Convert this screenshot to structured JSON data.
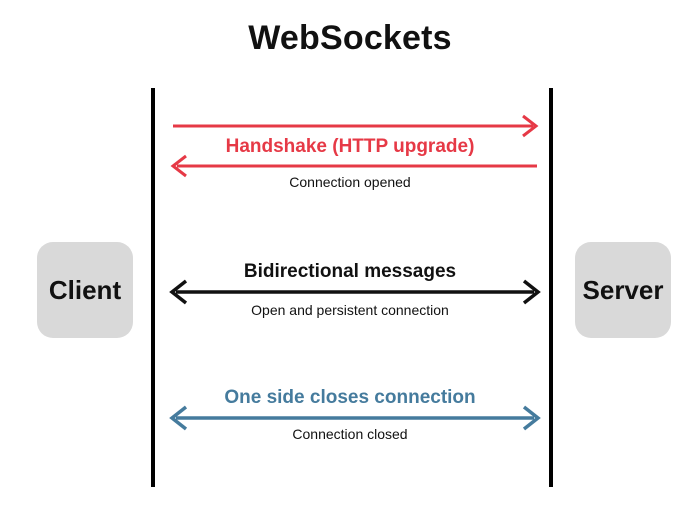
{
  "title": "WebSockets",
  "actors": {
    "client": "Client",
    "server": "Server"
  },
  "messages": [
    {
      "label": "Handshake (HTTP upgrade)",
      "note": "Connection opened",
      "color": "#e63946",
      "direction": "client-to-server then server-to-client"
    },
    {
      "label": "Bidirectional messages",
      "note": "Open and persistent connection",
      "color": "#111111",
      "direction": "bidirectional"
    },
    {
      "label": "One side closes connection",
      "note": "Connection closed",
      "color": "#457b9d",
      "direction": "bidirectional"
    }
  ],
  "colors": {
    "handshake_red": "#e63946",
    "message_black": "#111111",
    "close_blue": "#457b9d",
    "actor_box_gray": "#d9d9d9",
    "lifeline_black": "#000000",
    "background": "#ffffff"
  }
}
